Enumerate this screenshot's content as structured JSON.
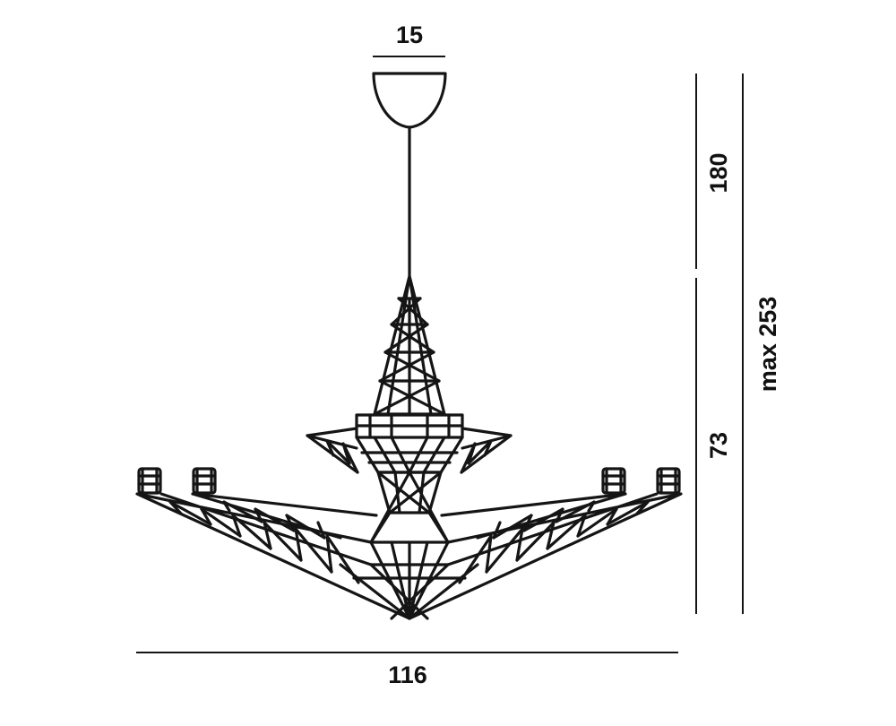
{
  "dimensions": {
    "canopy_width": "15",
    "total_width": "116",
    "cable_length": "180",
    "fixture_height": "73",
    "max_height": "max 253"
  },
  "colors": {
    "line": "#151515",
    "background": "#ffffff"
  }
}
